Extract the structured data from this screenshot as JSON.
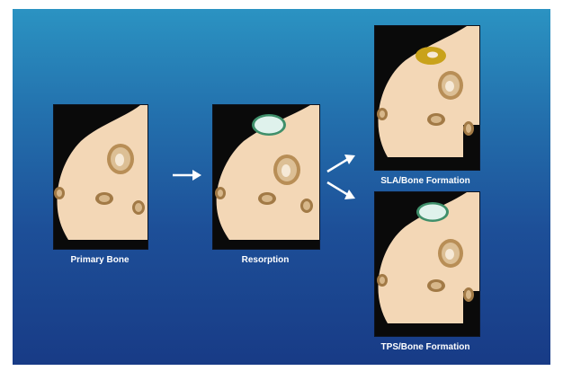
{
  "panels": [
    {
      "label": "Primary Bone",
      "state": "primary"
    },
    {
      "label": "Resorption",
      "state": "resorption"
    },
    {
      "label": "SLA/Bone Formation",
      "state": "sla"
    },
    {
      "label": "TPS/Bone Formation",
      "state": "tps"
    }
  ],
  "colors": {
    "background_top": "#2b93c2",
    "background_bottom": "#183b86",
    "bone": "#f3d7b6",
    "marrow": "#0a0a0a",
    "osteon_ring": "#b88e56",
    "resorption_cavity": "#dff2ec",
    "new_bone": "#c9a21a",
    "label_text": "#ffffff",
    "arrow": "#ffffff"
  }
}
